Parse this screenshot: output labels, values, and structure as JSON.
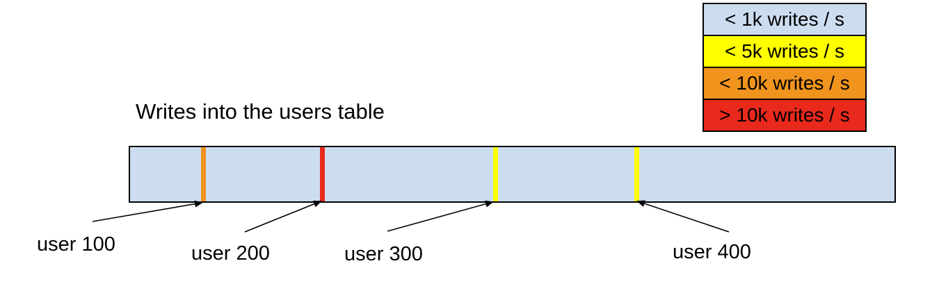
{
  "title": "Writes into the users table",
  "legend": {
    "items": [
      {
        "label": "< 1k writes / s",
        "color": "#cdddf0"
      },
      {
        "label": "< 5k writes / s",
        "color": "#ffff00"
      },
      {
        "label": "< 10k writes / s",
        "color": "#f0941e"
      },
      {
        "label": "> 10k writes / s",
        "color": "#e8291c"
      }
    ]
  },
  "table_bar": {
    "fill_color": "#cdddf0",
    "markers": [
      {
        "user": "user 100",
        "rate": "< 10k writes / s",
        "color": "#f0941e"
      },
      {
        "user": "user 200",
        "rate": "> 10k writes / s",
        "color": "#e8291c"
      },
      {
        "user": "user 300",
        "rate": "< 5k writes / s",
        "color": "#ffff00"
      },
      {
        "user": "user 400",
        "rate": "< 5k writes / s",
        "color": "#ffff00"
      }
    ]
  }
}
